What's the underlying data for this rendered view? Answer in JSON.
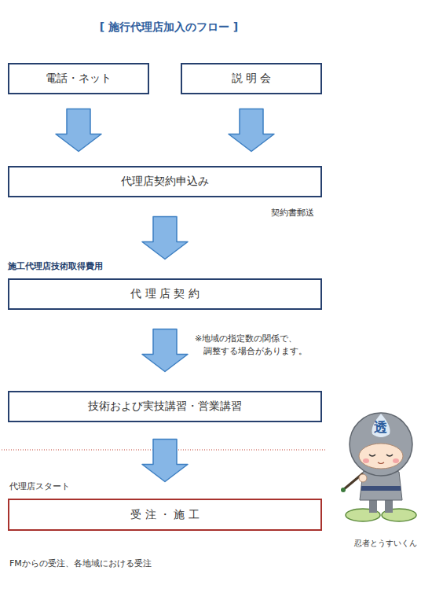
{
  "diagram": {
    "title": "[ 施行代理店加入のフロー ]",
    "nodes": [
      {
        "text": [
          "電話・ネット"
        ]
      },
      {
        "text": [
          "説 明 会"
        ]
      },
      {
        "text": [
          "代理店契約申込み"
        ]
      },
      {
        "text": [
          "代 理 店 契 約"
        ]
      },
      {
        "text": [
          "技術および実技講習・営業講習"
        ]
      },
      {
        "text": [
          "受 注 ・ 施 工"
        ]
      }
    ],
    "edges": [
      {
        "from": 0,
        "to": 2,
        "arrow": "to"
      },
      {
        "from": 1,
        "to": 2,
        "arrow": "to"
      },
      {
        "from": 2,
        "to": 3,
        "arrow": "to"
      },
      {
        "from": 3,
        "to": 4,
        "arrow": "to"
      },
      {
        "from": 4,
        "to": 5,
        "arrow": "to"
      }
    ],
    "labels": [
      "契約書郵送",
      "施工代理店技術取得費用",
      "※地域の指定数の関係で、 調整する場合があります。",
      "代理店スタート",
      "FMからの受注、各地域における受注",
      "透",
      "忍者とうすいくん"
    ]
  }
}
